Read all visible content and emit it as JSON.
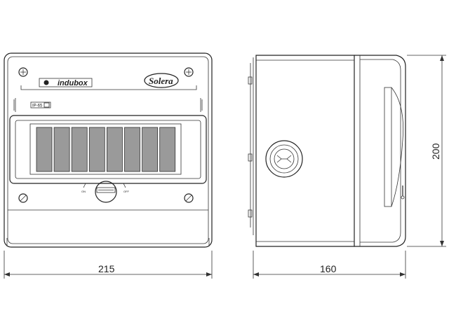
{
  "front_view": {
    "brand_label": "indubox",
    "logo_label": "Solera",
    "ip_rating": "IP-65",
    "ip_class_mark": "⊡",
    "switch_left_text": "ON",
    "switch_right_text": "OFF",
    "module_count": 8
  },
  "dimensions": {
    "width": "215",
    "depth": "160",
    "height": "200"
  }
}
